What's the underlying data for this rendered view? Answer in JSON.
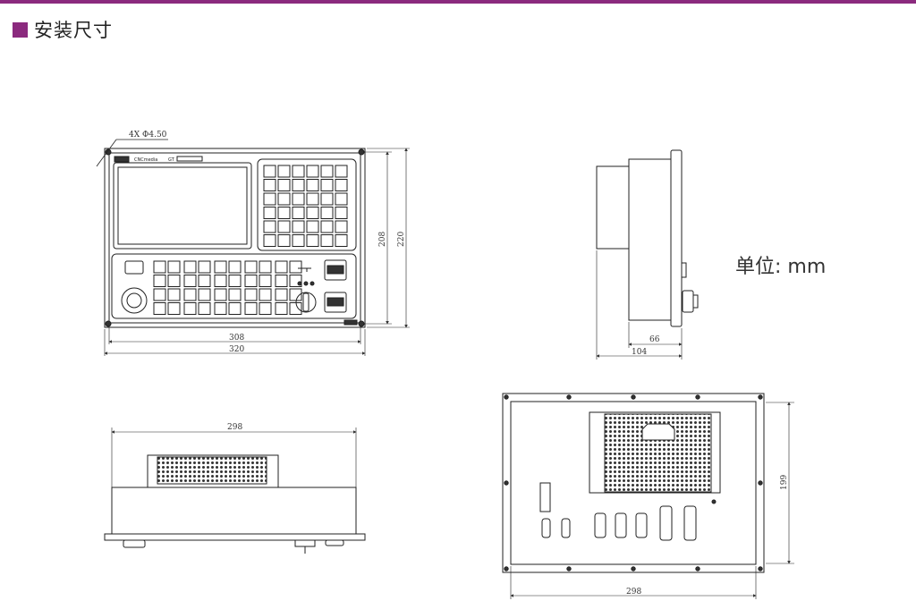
{
  "header": {
    "title": "安装尺寸",
    "accent_color": "#8b2a7e"
  },
  "unit_label": "单位: mm",
  "front_view": {
    "hole_note": "4X Φ4.50",
    "dim_inner_width": "308",
    "dim_outer_width": "320",
    "dim_inner_height": "208",
    "dim_outer_height": "220",
    "brand_text": "CNCmedia",
    "model_text": "GT"
  },
  "side_view": {
    "dim_depth_rear": "66",
    "dim_depth_total": "104"
  },
  "top_view": {
    "dim_width": "298"
  },
  "rear_view": {
    "dim_width": "298",
    "dim_height": "199"
  }
}
